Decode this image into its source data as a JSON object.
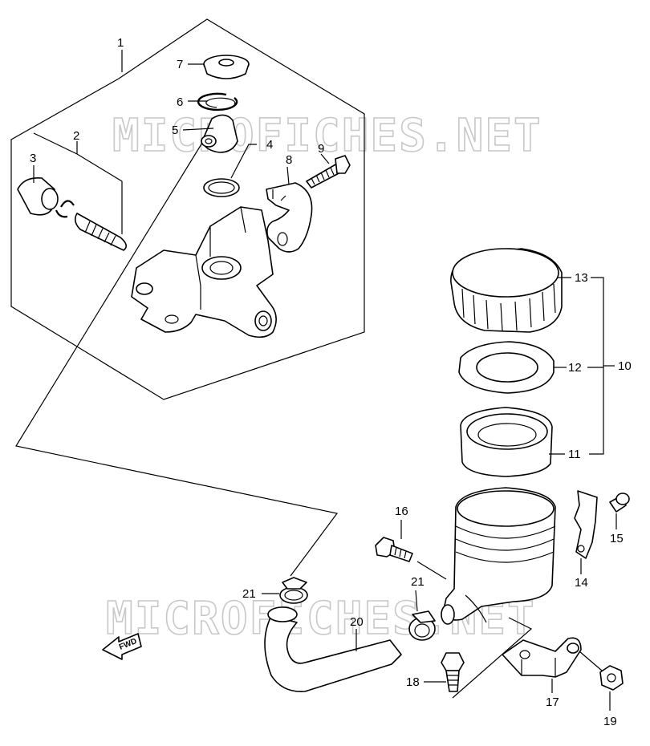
{
  "watermark": {
    "top": "MICROFICHES.NET",
    "bottom": "MICROFICHES.NET"
  },
  "direction_badge": "FWD",
  "callouts": {
    "c1": "1",
    "c2": "2",
    "c3": "3",
    "c4": "4",
    "c5": "5",
    "c6": "6",
    "c7": "7",
    "c8": "8",
    "c9": "9",
    "c10": "10",
    "c11": "11",
    "c12": "12",
    "c13": "13",
    "c14": "14",
    "c15": "15",
    "c16": "16",
    "c17": "17",
    "c18": "18",
    "c19": "19",
    "c20": "20",
    "c21a": "21",
    "c21b": "21"
  }
}
